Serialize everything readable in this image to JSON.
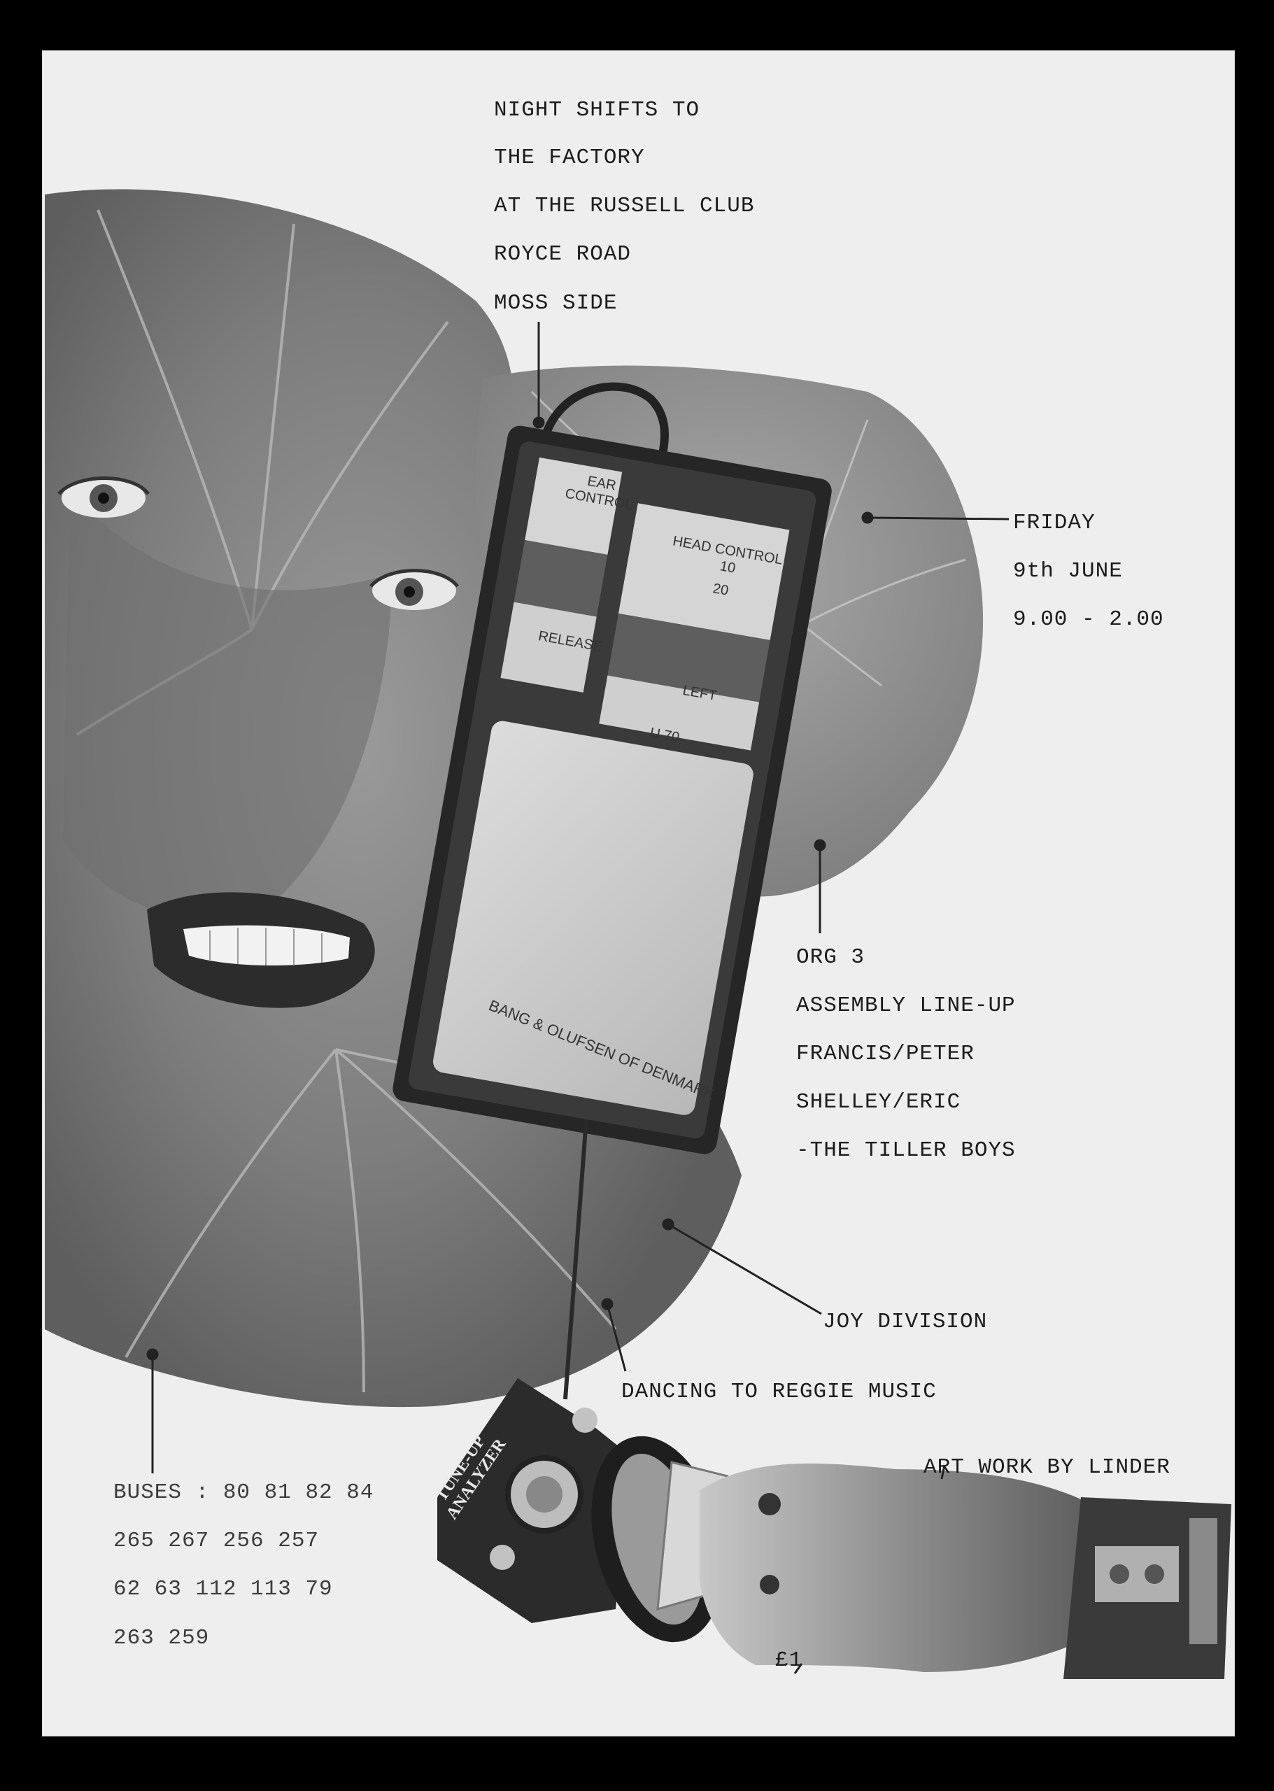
{
  "header": {
    "lines": [
      "NIGHT SHIFTS TO",
      "THE FACTORY",
      "AT THE RUSSELL CLUB",
      "ROYCE ROAD",
      "MOSS SIDE"
    ]
  },
  "date": {
    "lines": [
      "FRIDAY",
      "9th JUNE",
      "9.00 - 2.00"
    ]
  },
  "lineup": {
    "lines": [
      "ORG 3",
      "ASSEMBLY LINE-UP",
      "FRANCIS/PETER",
      "SHELLEY/ERIC",
      "-THE TILLER BOYS"
    ]
  },
  "acts": {
    "headliner": "JOY DIVISION",
    "dancing": "DANCING TO REGGIE MUSIC",
    "credit": "ART WORK BY LINDER",
    "price": "£1"
  },
  "buses": {
    "lines": [
      "BUSES : 80 81 82 84",
      "265 267 256 257",
      "62 63 112 113 79",
      "263 259"
    ]
  },
  "device": {
    "ear_control": "EAR CONTROL",
    "head_control": "HEAD CONTROL",
    "head_values": [
      "10",
      "20"
    ],
    "release": "RELEASE",
    "left": "LEFT",
    "model": "U 70",
    "brand": "BANG & OLUFSEN OF DENMARK"
  },
  "analyzer": {
    "title": "TUNE-UP ANALYZER"
  },
  "colors": {
    "background": "#000000",
    "paper": "#eeeeee",
    "ink": "#1c1c1c",
    "collage_gray": "#8a8a8a"
  }
}
